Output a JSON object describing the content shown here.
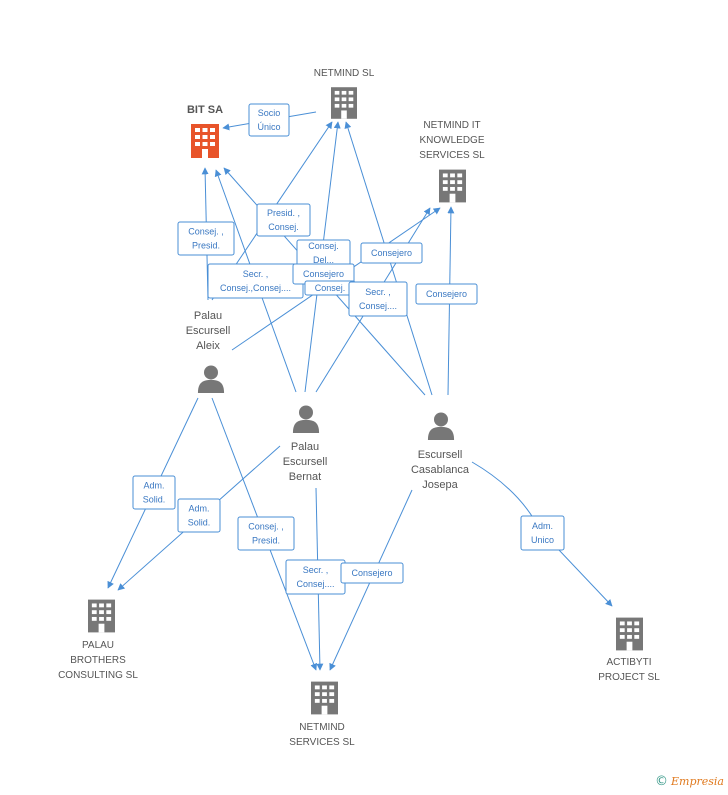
{
  "colors": {
    "edge": "#4a8fd6",
    "company": "#777777",
    "highlight": "#e8542a",
    "person": "#777777"
  },
  "companies": [
    {
      "id": "netmind_sl",
      "name": [
        "NETMIND SL"
      ],
      "highlight": false
    },
    {
      "id": "bit_sa",
      "name": [
        "BIT SA"
      ],
      "highlight": true
    },
    {
      "id": "netmind_it",
      "name": [
        "NETMIND IT",
        "KNOWLEDGE",
        "SERVICES SL"
      ],
      "highlight": false
    },
    {
      "id": "palau_brothers",
      "name": [
        "PALAU",
        "BROTHERS",
        "CONSULTING SL"
      ],
      "highlight": false
    },
    {
      "id": "netmind_services",
      "name": [
        "NETMIND",
        "SERVICES SL"
      ],
      "highlight": false
    },
    {
      "id": "actibyti",
      "name": [
        "ACTIBYTI",
        "PROJECT SL"
      ],
      "highlight": false
    }
  ],
  "persons": [
    {
      "id": "aleix",
      "name": [
        "Palau",
        "Escursell",
        "Aleix"
      ]
    },
    {
      "id": "bernat",
      "name": [
        "Palau",
        "Escursell",
        "Bernat"
      ]
    },
    {
      "id": "josepa",
      "name": [
        "Escursell",
        "Casablanca",
        "Josepa"
      ]
    }
  ],
  "relations": [
    {
      "id": "r1",
      "lines": [
        "Socio",
        "Único"
      ]
    },
    {
      "id": "r2",
      "lines": [
        "Presid. ,",
        "Consej."
      ]
    },
    {
      "id": "r3",
      "lines": [
        "Consej. ,",
        "Presid."
      ]
    },
    {
      "id": "r4",
      "lines": [
        "Consej.",
        "Del..."
      ]
    },
    {
      "id": "r5",
      "lines": [
        "Consejero"
      ]
    },
    {
      "id": "r6",
      "lines": [
        "Secr. ,",
        "Consej.,Consej...."
      ]
    },
    {
      "id": "r7",
      "lines": [
        "Consejero"
      ]
    },
    {
      "id": "r8",
      "lines": [
        "Consej."
      ]
    },
    {
      "id": "r9",
      "lines": [
        "Secr. ,",
        "Consej...."
      ]
    },
    {
      "id": "r10",
      "lines": [
        "Consejero"
      ]
    },
    {
      "id": "r11",
      "lines": [
        "Adm.",
        "Solid."
      ]
    },
    {
      "id": "r12",
      "lines": [
        "Adm.",
        "Solid."
      ]
    },
    {
      "id": "r13",
      "lines": [
        "Consej. ,",
        "Presid."
      ]
    },
    {
      "id": "r14",
      "lines": [
        "Secr. ,",
        "Consej...."
      ]
    },
    {
      "id": "r15",
      "lines": [
        "Consejero"
      ]
    },
    {
      "id": "r16",
      "lines": [
        "Adm.",
        "Unico"
      ]
    }
  ],
  "footer": {
    "copyright": "©",
    "brand": "Empresia"
  }
}
